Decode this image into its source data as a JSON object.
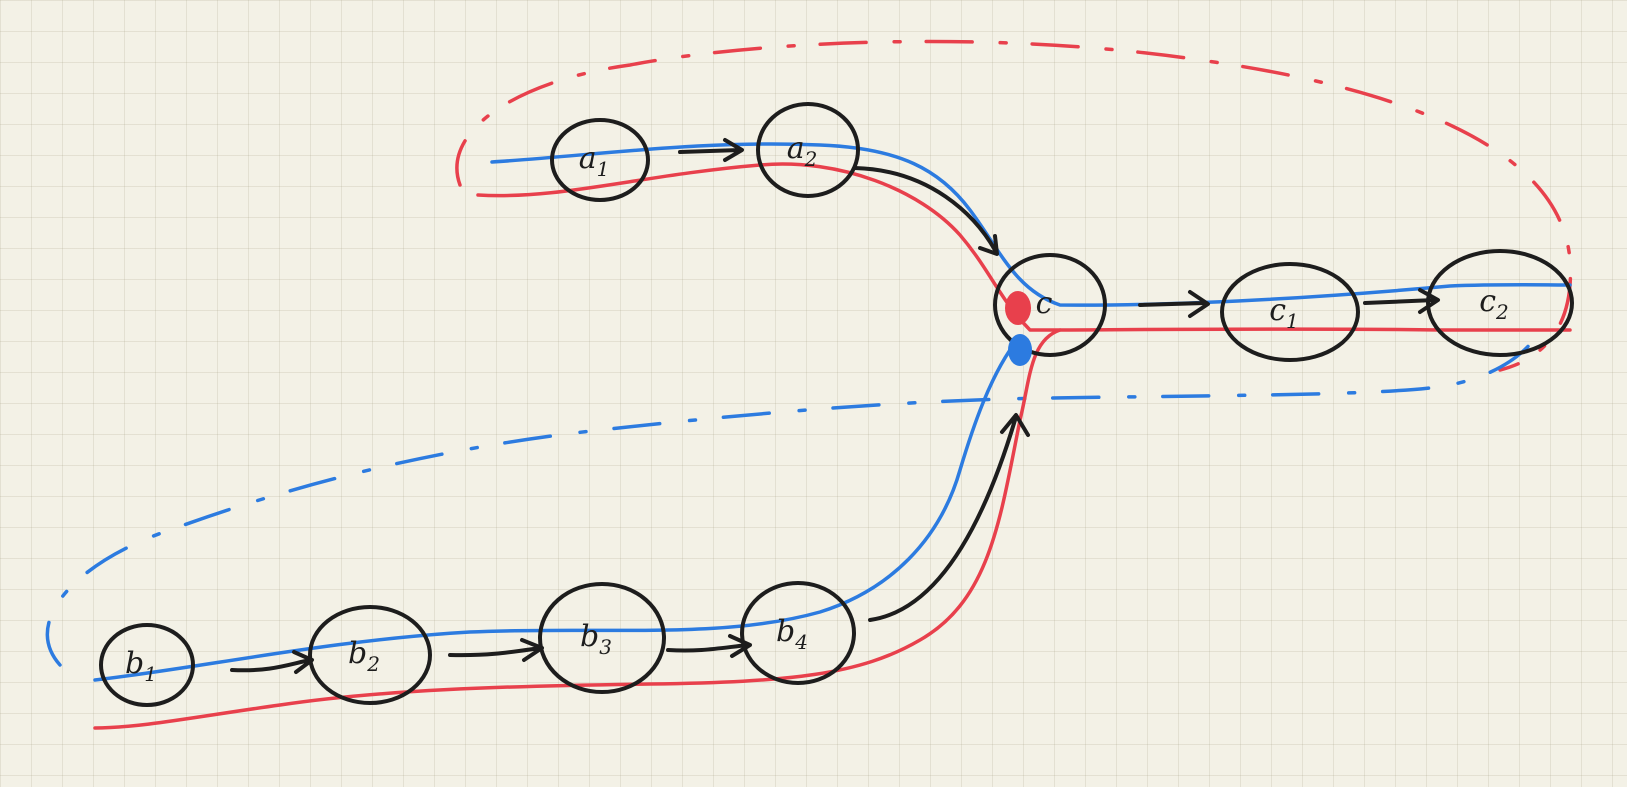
{
  "diagram": {
    "nodes": [
      {
        "id": "a1",
        "letter": "a",
        "sub": "1"
      },
      {
        "id": "a2",
        "letter": "a",
        "sub": "2"
      },
      {
        "id": "b1",
        "letter": "b",
        "sub": "1"
      },
      {
        "id": "b2",
        "letter": "b",
        "sub": "2"
      },
      {
        "id": "b3",
        "letter": "b",
        "sub": "3"
      },
      {
        "id": "b4",
        "letter": "b",
        "sub": "4"
      },
      {
        "id": "c",
        "letter": "c",
        "sub": ""
      },
      {
        "id": "c1",
        "letter": "c",
        "sub": "1"
      },
      {
        "id": "c2",
        "letter": "c",
        "sub": "2"
      }
    ],
    "edges": [
      {
        "from": "a1",
        "to": "a2"
      },
      {
        "from": "a2",
        "to": "c"
      },
      {
        "from": "b1",
        "to": "b2"
      },
      {
        "from": "b2",
        "to": "b3"
      },
      {
        "from": "b3",
        "to": "b4"
      },
      {
        "from": "b4",
        "to": "c"
      },
      {
        "from": "c",
        "to": "c1"
      },
      {
        "from": "c1",
        "to": "c2"
      }
    ],
    "paths": [
      {
        "color": "#e8404c",
        "nodes": [
          "a1",
          "a2",
          "c",
          "c1",
          "c2"
        ],
        "loop": "dashed"
      },
      {
        "color": "#2c7be0",
        "nodes": [
          "b1",
          "b2",
          "b3",
          "b4",
          "c",
          "c1",
          "c2"
        ],
        "loop": "dashed"
      }
    ],
    "colors": {
      "ink": "#1d1d1d",
      "red": "#e8404c",
      "blue": "#2c7be0",
      "paper": "#f3f1e6"
    }
  }
}
